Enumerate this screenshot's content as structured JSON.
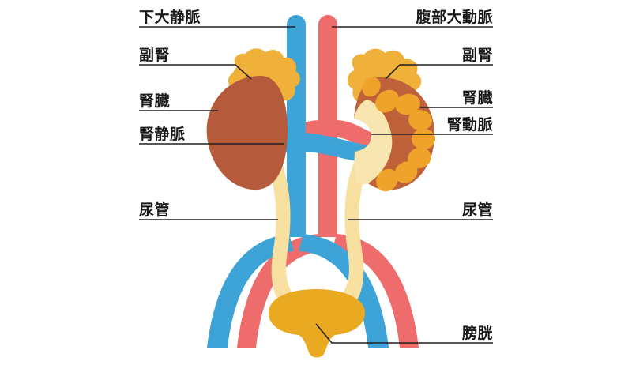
{
  "diagram": {
    "title": "Urinary system anatomy diagram",
    "background_color": "#ffffff",
    "colors": {
      "vein_blue": "#3ea4d8",
      "artery_red": "#ef6c6c",
      "ureter_yellow": "#f7e0a0",
      "bladder_gold": "#e9a920",
      "adrenal_gold": "#f0b13a",
      "kidney_brown": "#b65a3c",
      "kidney_cortex": "#bf6239",
      "pyramid_orange": "#f0a32a",
      "pelvis_cream": "#f8e6b0",
      "leader_line": "#231f20",
      "text": "#1a1a1a"
    },
    "labels": {
      "inferior_vena_cava": "下大静脈",
      "abdominal_aorta": "腹部大動脈",
      "adrenal_left": "副腎",
      "adrenal_right": "副腎",
      "kidney_left": "腎臓",
      "kidney_right": "腎臓",
      "renal_vein": "腎静脈",
      "renal_artery": "腎動脈",
      "ureter_left": "尿管",
      "ureter_right": "尿管",
      "bladder": "膀胱"
    }
  }
}
